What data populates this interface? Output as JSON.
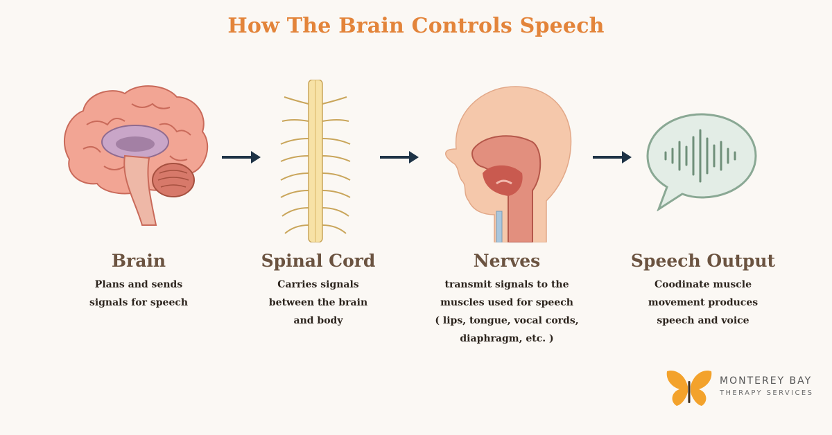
{
  "title": "How The Brain Controls Speech",
  "steps": [
    {
      "icon": "brain-icon",
      "title": "Brain",
      "lines": [
        "Plans and sends",
        "signals for speech"
      ]
    },
    {
      "icon": "spinal-cord-icon",
      "title": "Spinal Cord",
      "lines": [
        "Carries signals",
        "between the brain",
        "and body"
      ]
    },
    {
      "icon": "head-profile-icon",
      "title": "Nerves",
      "lines": [
        "transmit signals to the",
        "muscles used for speech",
        "( lips, tongue, vocal cords,",
        "diaphragm, etc. )"
      ]
    },
    {
      "icon": "speech-bubble-icon",
      "title": "Speech Output",
      "lines": [
        "Coodinate muscle",
        "movement produces",
        "speech and voice"
      ]
    }
  ],
  "arrows": [
    "arrow-right-icon",
    "arrow-right-icon",
    "arrow-right-icon"
  ],
  "logo": {
    "icon": "butterfly-icon",
    "name": "MONTEREY BAY",
    "subtitle": "THERAPY SERVICES"
  },
  "colors": {
    "title": "#e3843a",
    "step_title": "#6b5340",
    "arrow": "#1e3346",
    "logo_accent": "#f3a22b"
  }
}
